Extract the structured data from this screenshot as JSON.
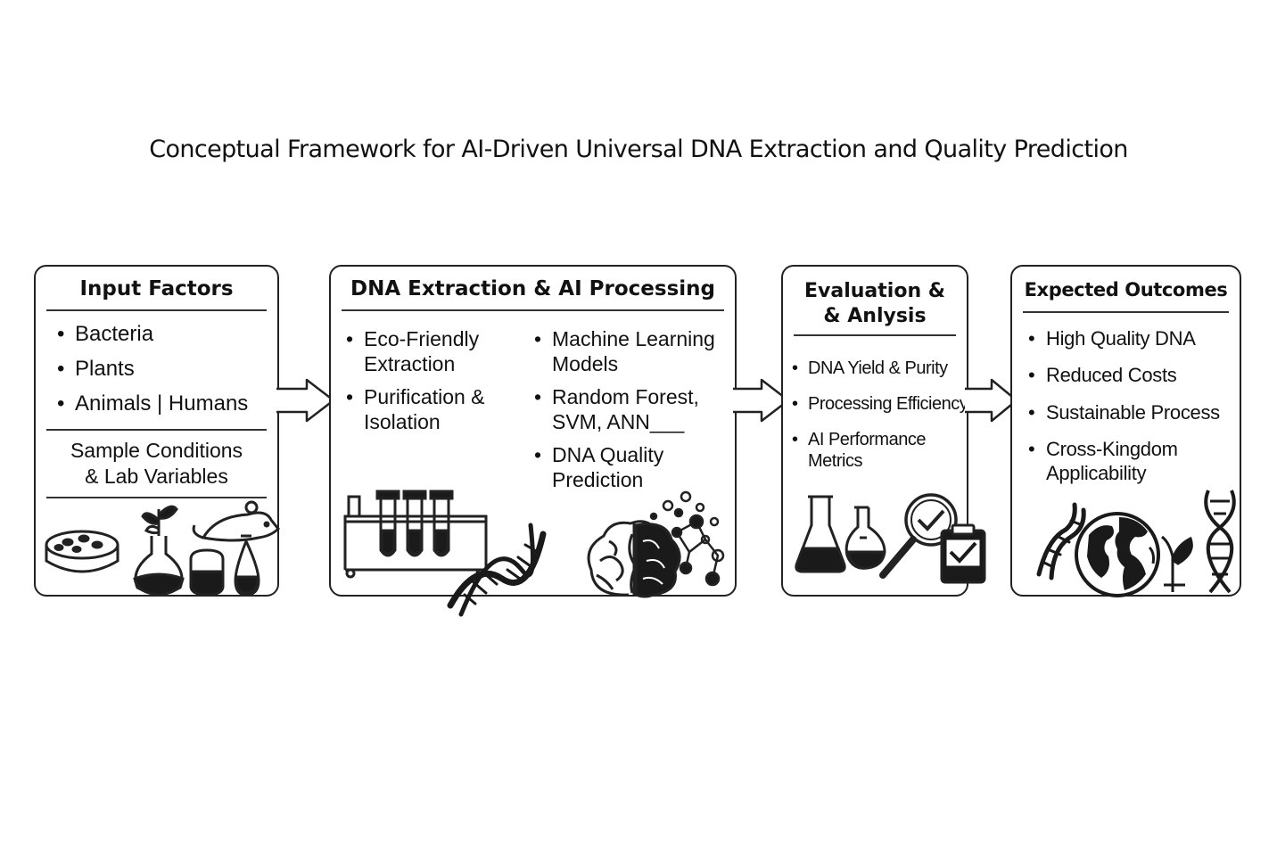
{
  "title": "Conceptual Framework for AI-Driven Universal DNA Extraction and Quality Prediction",
  "boxes": {
    "input": {
      "heading": "Input Factors",
      "items": [
        "Bacteria",
        "Plants",
        "Animals | Humans"
      ],
      "sub_line1": "Sample Conditions",
      "sub_line2": "& Lab Variables"
    },
    "processing": {
      "heading": "DNA Extraction & AI Processing",
      "left_items": [
        "Eco-Friendly Extraction",
        "Purification & Isolation"
      ],
      "right_items": [
        "Machine Learning Models",
        "Random Forest, SVM, ANN___",
        "DNA Quality Prediction"
      ]
    },
    "evaluation": {
      "heading_line1": "Evaluation &",
      "heading_line2": "& Anlysis",
      "items": [
        "DNA Yield & Purity",
        "Processing Efficiency",
        "AI Performance Metrics"
      ]
    },
    "outcomes": {
      "heading": "Expected Outcomes",
      "items": [
        "High Quality DNA",
        "Reduced Costs",
        "Sustainable Process",
        "Cross-Kingdom Applicability"
      ]
    }
  },
  "icons": {
    "input": [
      "petri-dish",
      "plant-flask",
      "mouse",
      "beaker",
      "drop-flask"
    ],
    "processing": [
      "test-tube-rack",
      "dna-helix",
      "brain",
      "molecule-network"
    ],
    "evaluation": [
      "erlenmeyer-flask",
      "round-flask",
      "magnifier-check",
      "clipboard-check"
    ],
    "outcomes": [
      "dna-helix",
      "globe",
      "seedling",
      "dna-helix"
    ]
  },
  "colors": {
    "line": "#222222",
    "fill": "#1a1a1a",
    "background": "#ffffff"
  }
}
